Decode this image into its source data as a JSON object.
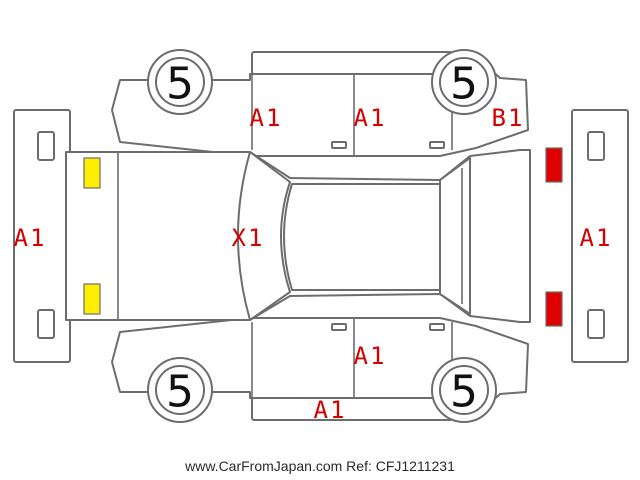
{
  "wheels": [
    {
      "id": "front-left",
      "value": "5"
    },
    {
      "id": "rear-left",
      "value": "5"
    },
    {
      "id": "front-right",
      "value": "5"
    },
    {
      "id": "rear-right",
      "value": "5"
    }
  ],
  "codes": {
    "front_bumper": "A1",
    "left_front_door": "A1",
    "left_rear_door": "A1",
    "left_quarter": "B1",
    "roof_windshield": "X1",
    "rear_bumper": "A1",
    "right_rear_door": "A1",
    "right_sill": "A1"
  },
  "marker_colors": {
    "front_lights": "#ffee00",
    "rear_lights": "#e00000"
  },
  "damage_code_color": "#d40000",
  "watermark": "www.CarFromJapan.com Ref: CFJ1211231"
}
